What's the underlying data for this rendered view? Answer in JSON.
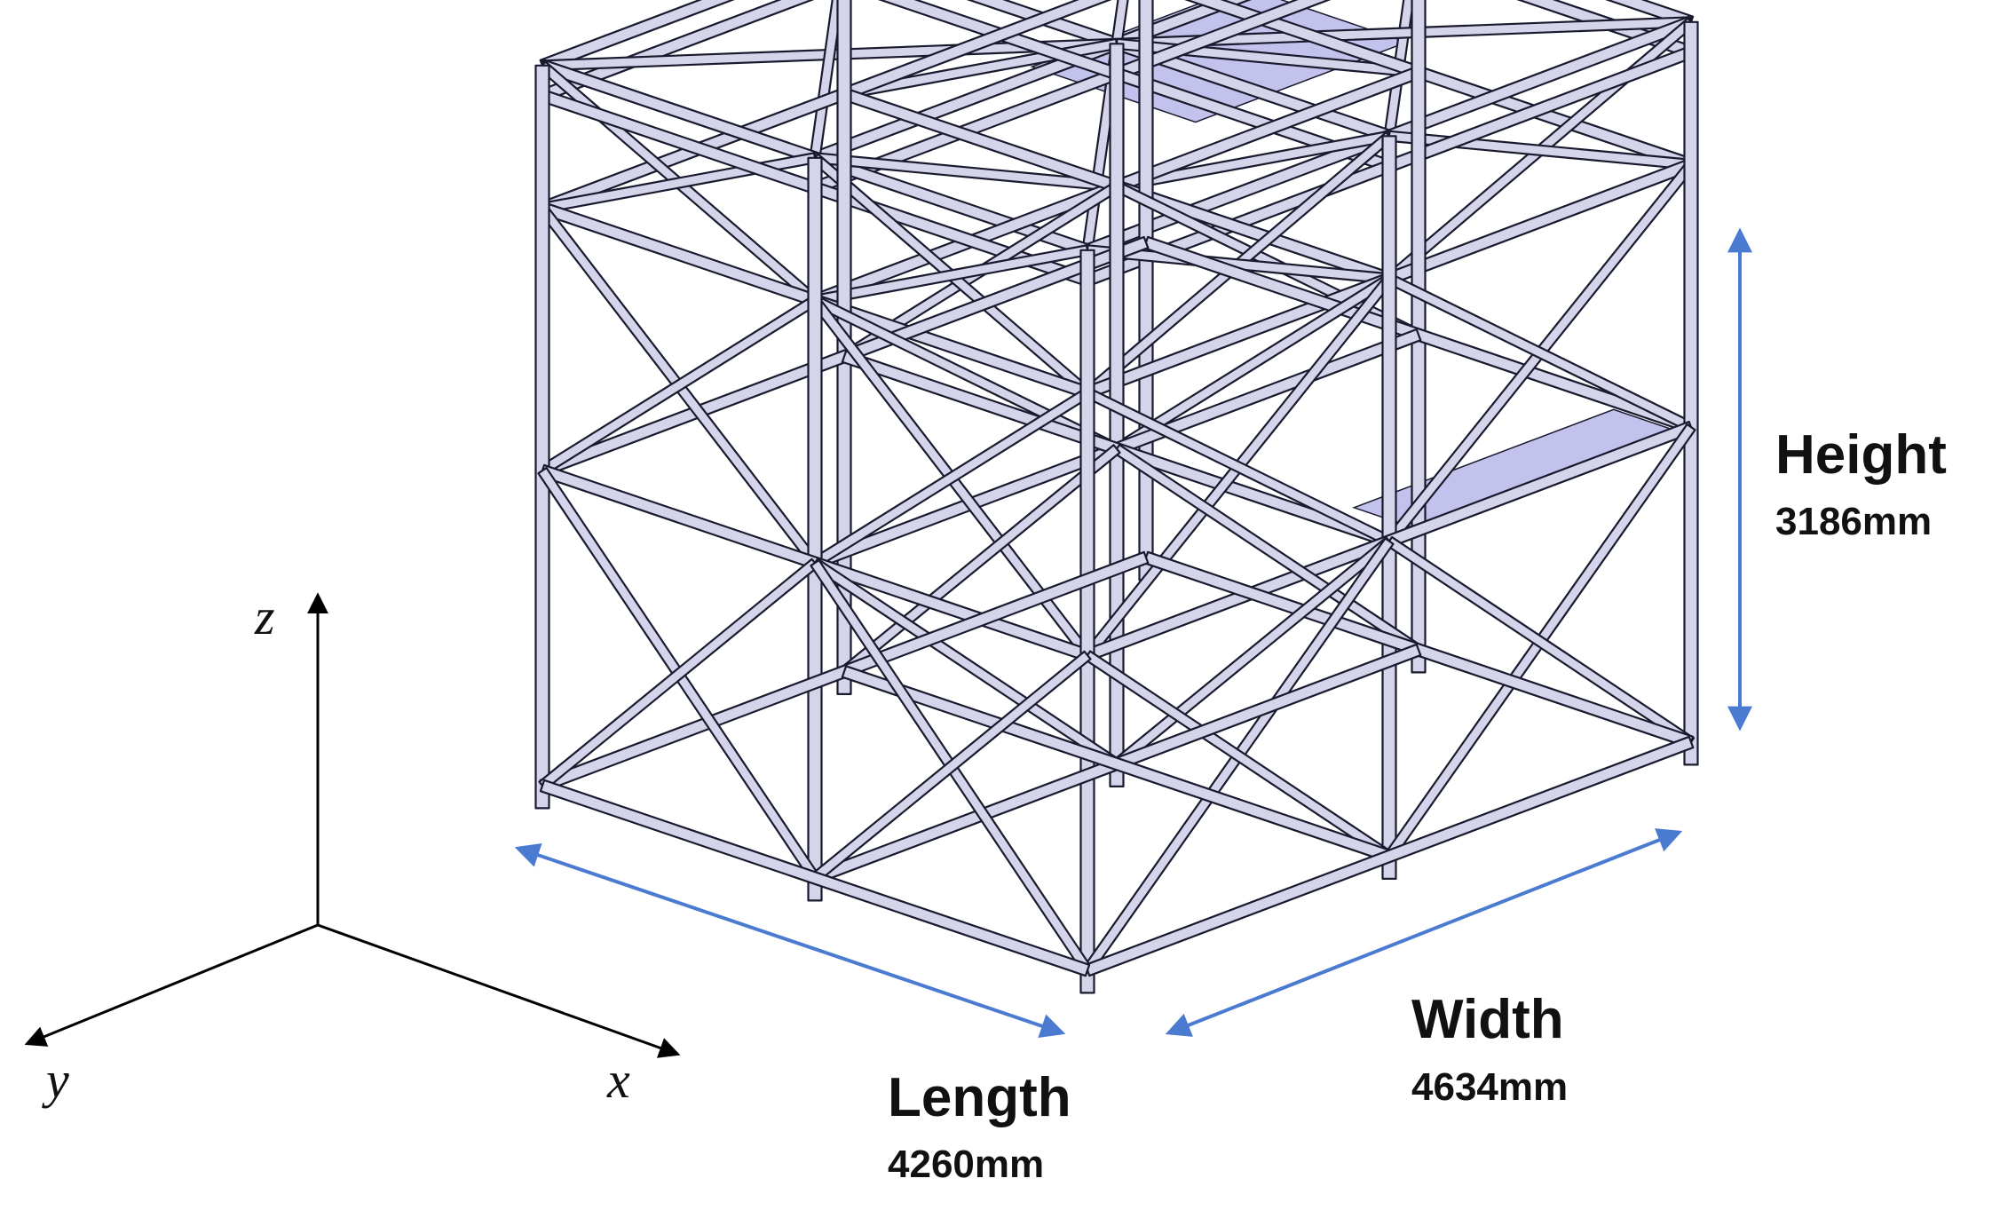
{
  "dimensions": {
    "height": {
      "label": "Height",
      "value": "3186mm"
    },
    "width": {
      "label": "Width",
      "value": "4634mm"
    },
    "length": {
      "label": "Length",
      "value": "4260mm"
    }
  },
  "axes": {
    "z": "z",
    "y": "y",
    "x": "x"
  },
  "colors": {
    "member_fill": "#d4d4ea",
    "member_stroke": "#1a1a2e",
    "panel_fill": "#c2c2ec",
    "dimension_arrow": "#4a7bd0",
    "axis": "#000000"
  }
}
